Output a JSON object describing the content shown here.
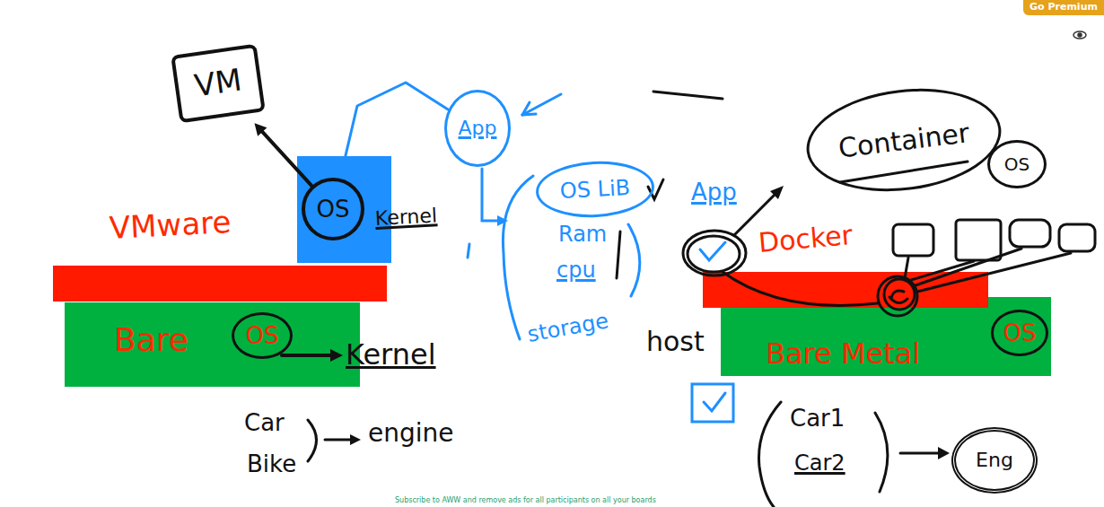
{
  "diagram": {
    "nodes": [
      {
        "text": [
          "VM"
        ]
      },
      {
        "text": [
          "App"
        ]
      },
      {
        "text": [
          "Container"
        ]
      },
      {
        "text": [
          "OS"
        ]
      },
      {
        "text": [
          "OS"
        ]
      },
      {
        "text": [
          "OS LiB"
        ]
      },
      {
        "text": [
          "Bare"
        ]
      },
      {
        "text": [
          "OS"
        ],
        "in": 6
      },
      {
        "text": [
          "Bare Metal"
        ]
      },
      {
        "text": [
          "OS"
        ],
        "in": 8
      },
      {
        "text": [
          "Eng"
        ]
      },
      {
        "text": [
          "Go Premium"
        ]
      }
    ],
    "edges": [
      {
        "from": 4,
        "to": 0,
        "arrow": "to"
      },
      {
        "from": 1,
        "to": 4,
        "arrow": "to"
      }
    ],
    "labels": [
      "Kernel",
      "VMware",
      "Kernel",
      "Car",
      "Bike",
      "engine",
      "Ram",
      "cpu",
      "storage",
      "host",
      "App",
      "Docker",
      "Car1",
      "Car2",
      "Subscribe to AWW and remove ads for all participants on all your boards"
    ]
  }
}
